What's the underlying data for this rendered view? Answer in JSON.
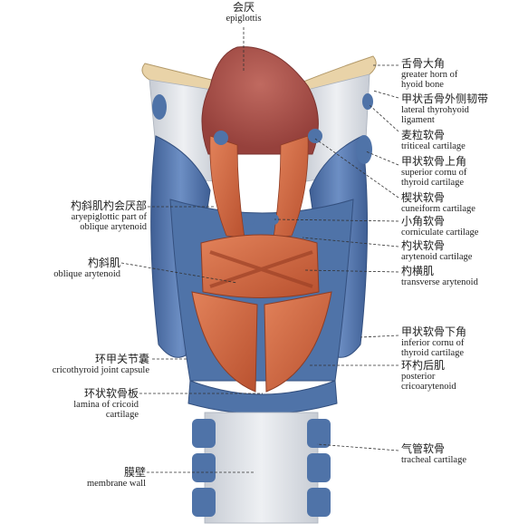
{
  "figure": {
    "colors": {
      "cartilage_blue": "#4f73a8",
      "muscle_orange": "#d0643c",
      "epiglottis_red": "#a9504a",
      "ligament_grey": "#d9dde3",
      "leader": "#333333"
    }
  },
  "labels": {
    "epiglottis": {
      "zh": "会厌",
      "en": "epiglottis"
    },
    "greater_horn": {
      "zh": "舌骨大角",
      "en": "greater horn of",
      "en2": "hyoid bone"
    },
    "lateral_thyrohyoid": {
      "zh": "甲状舌骨外侧韧带",
      "en": "lateral thyrohyoid",
      "en2": "ligament"
    },
    "triticeal": {
      "zh": "麦粒软骨",
      "en": "triticeal cartilage"
    },
    "superior_cornu": {
      "zh": "甲状软骨上角",
      "en": "superior cornu of",
      "en2": "thyroid cartilage"
    },
    "cuneiform": {
      "zh": "楔状软骨",
      "en": "cuneiform cartilage"
    },
    "corniculate": {
      "zh": "小角软骨",
      "en": "corniculate cartilage"
    },
    "arytenoid": {
      "zh": "杓状软骨",
      "en": "arytenoid cartilage"
    },
    "transverse_arytenoid": {
      "zh": "杓横肌",
      "en": "transverse arytenoid"
    },
    "inferior_cornu": {
      "zh": "甲状软骨下角",
      "en": "inferior cornu of",
      "en2": "thyroid cartilage"
    },
    "posterior_cricoarytenoid": {
      "zh": "环杓后肌",
      "en": "posterior",
      "en2": "cricoarytenoid"
    },
    "tracheal": {
      "zh": "气管软骨",
      "en": "tracheal cartilage"
    },
    "aryepiglottic": {
      "zh": "杓斜肌杓会厌部",
      "en": "aryepiglottic part of",
      "en2": "oblique arytenoid"
    },
    "oblique_arytenoid": {
      "zh": "杓斜肌",
      "en": "oblique arytenoid"
    },
    "cricothyroid_capsule": {
      "zh": "环甲关节囊",
      "en": "cricothyroid joint capsule"
    },
    "lamina_cricoid": {
      "zh": "环状软骨板",
      "en": "lamina of cricoid",
      "en2": "cartilage"
    },
    "membrane_wall": {
      "zh": "膜壁",
      "en": "membrane wall"
    }
  }
}
